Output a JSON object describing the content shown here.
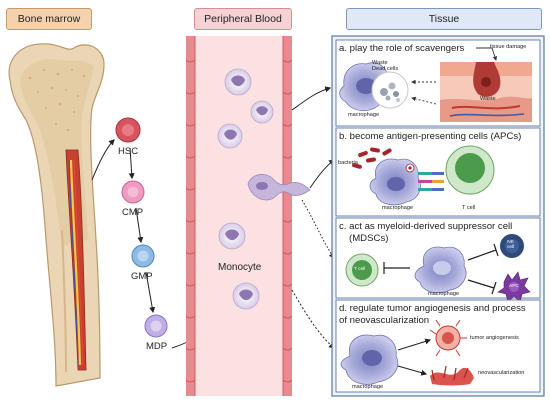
{
  "headers": {
    "bone_marrow": "Bone marrow",
    "peripheral_blood": "Peripheral Blood",
    "tissue": "Tissue"
  },
  "differentiation": {
    "stages": [
      "HSC",
      "CMP",
      "GMP",
      "MDP"
    ],
    "monocyte_label": "Monocyte"
  },
  "panels": {
    "a": {
      "title": "a. play the role of scavengers",
      "waste_dead_cells": "Waste\nDead cells",
      "tissue_damage": "tissue damage",
      "waste": "Waste",
      "macrophage": "macrophage"
    },
    "b": {
      "title": "b. become antigen-presenting cells (APCs)",
      "bacteria": "bacteria",
      "macrophage": "macrophage",
      "t_cell": "T cell"
    },
    "c": {
      "title_line1": "c. act as myeloid-derived suppressor cell",
      "title_line2": "(MDSCs)",
      "t_cell": "T cell",
      "nk_cell": "NK\ncell",
      "apc": "APC",
      "macrophage": "macrophage"
    },
    "d": {
      "title_line1": "d. regulate tumor angiogenesis and process",
      "title_line2": "of neovascularization",
      "tumor_angiogenesis": "tumor angiogenesis",
      "neovascularization": "neovascularization",
      "macrophage": "macrophage"
    }
  },
  "colors": {
    "bone": "#e9d3b0",
    "marrow_red": "#c0392b",
    "blood_bg": "#fbe1e1",
    "vessel_wall": "#d9555e",
    "tissue_border": "#5b77a3",
    "panel_bg": "#ffffff",
    "macrophage": "#a6a9d8",
    "t_cell_green": "#4c9a4c",
    "nk_navy": "#2d4a7a",
    "apc_purple": "#7b3aa0",
    "hsc": "#d9545f",
    "cmp": "#e98bb5",
    "gmp": "#7fb0e0",
    "mdp": "#b9a6e3"
  }
}
